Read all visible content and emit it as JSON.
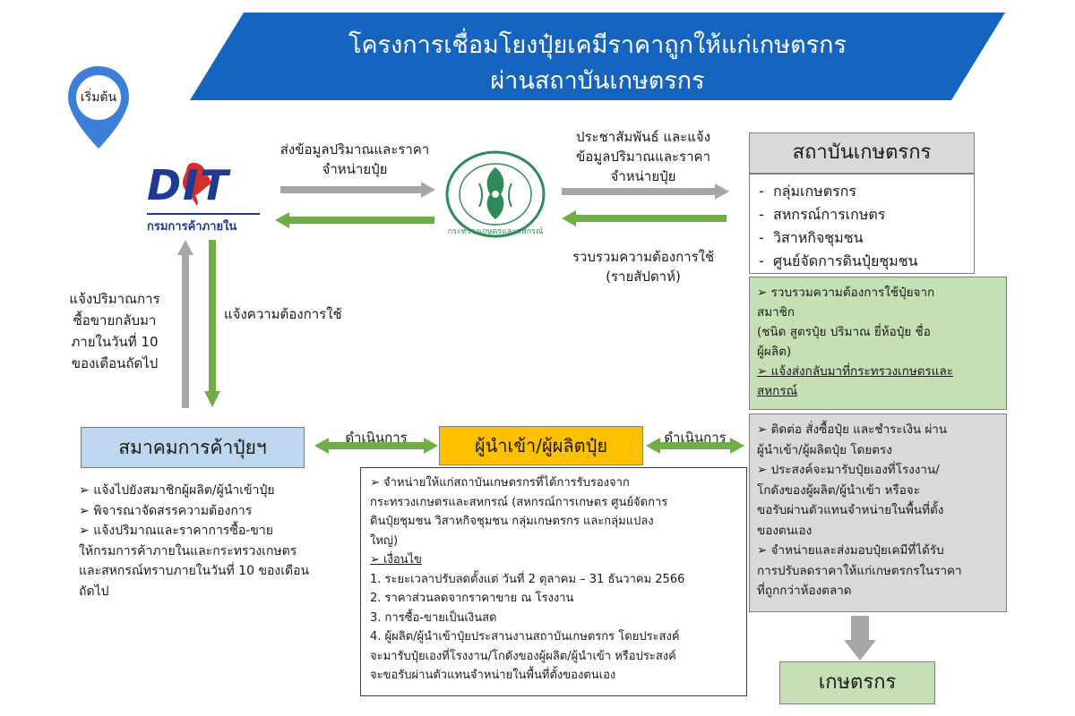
{
  "title": {
    "line1": "โครงการเชื่อมโยงปุ๋ยเคมีราคาถูกให้แก่เกษตรกร",
    "line2": "ผ่านสถาบันเกษตรกร"
  },
  "start_marker": {
    "label": "เริ่มต้น"
  },
  "dit_logo": {
    "letters": "DIT",
    "caption": "กรมการค้าภายใน"
  },
  "ministry_seal": {
    "caption": "กระทรวงเกษตรและสหกรณ์"
  },
  "arrows": {
    "dit_to_ministry": {
      "line1": "ส่งข้อมูลปริมาณและราคา",
      "line2": "จำหน่ายปุ๋ย"
    },
    "ministry_to_institute": {
      "line1": "ประชาสัมพันธ์ และแจ้ง",
      "line2": "ข้อมูลปริมาณและราคา",
      "line3": "จำหน่ายปุ๋ย"
    },
    "institute_to_ministry": {
      "line1": "รวบรวมความต้องการใช้",
      "line2": "(รายสัปดาห์)"
    },
    "assoc_to_dit": {
      "line1": "แจ้งปริมาณการ",
      "line2": "ซื้อขายกลับมา",
      "line3": "ภายในวันที่ 10",
      "line4": "ของเดือนถัดไป"
    },
    "dit_to_assoc": {
      "line1": "แจ้งความต้องการใช้"
    },
    "assoc_producer": {
      "line1": "ดำเนินการ"
    },
    "producer_institute": {
      "line1": "ดำเนินการ"
    }
  },
  "institute": {
    "header": "สถาบันเกษตรกร",
    "members": [
      "กลุ่มเกษตรกร",
      "สหกรณ์การเกษตร",
      "วิสาหกิจชุมชน",
      "ศูนย์จัดการดินปุ๋ยชุมชน"
    ],
    "green_box": {
      "b1_l1": "รวบรวมความต้องการใช้ปุ๋ยจาก",
      "b1_l2": "สมาชิก",
      "b1_l3": "(ชนิด สูตรปุ๋ย ปริมาณ ยี่ห้อปุ๋ย ชื่อ",
      "b1_l4": "ผู้ผลิต)",
      "b2_l1": "แจ้งส่งกลับมาที่กระทรวงเกษตรและ",
      "b2_l2": "สหกรณ์"
    },
    "gray_box": {
      "b1_l1": "ติดต่อ สั่งซื้อปุ๋ย และชำระเงิน ผ่าน",
      "b1_l2": "ผู้นำเข้า/ผู้ผลิตปุ๋ย โดยตรง",
      "b2_l1": "ประสงค์จะมารับปุ๋ยเองที่โรงงาน/",
      "b2_l2": "โกดังของผู้ผลิต/ผู้นำเข้า หรือจะ",
      "b2_l3": "ขอรับผ่านตัวแทนจำหน่ายในพื้นที่ตั้ง",
      "b2_l4": "ของตนเอง",
      "b3_l1": "จำหน่ายและส่งมอบปุ๋ยเคมีที่ได้รับ",
      "b3_l2": "การปรับลดราคาให้แก่เกษตรกรในราคา",
      "b3_l3": "ที่ถูกกว่าห้องตลาด"
    }
  },
  "association": {
    "header": "สมาคมการค้าปุ๋ยฯ",
    "b1": "แจ้งไปยังสมาชิกผู้ผลิต/ผู้นำเข้าปุ๋ย",
    "b2": "พิจารณาจัดสรรความต้องการ",
    "b3_l1": "แจ้งปริมาณและราคาการซื้อ-ขาย",
    "b3_l2": "ให้กรมการค้าภายในและกระทรวงเกษตร",
    "b3_l3": "และสหกรณ์ทราบภายในวันที่ 10 ของเดือน",
    "b3_l4": "ถัดไป"
  },
  "producer": {
    "header": "ผู้นำเข้า/ผู้ผลิตปุ๋ย",
    "b1_l1": "จำหน่ายให้แก่สถาบันเกษตรกรที่ได้การรับรองจาก",
    "b1_l2": "กระทรวงเกษตรและสหกรณ์ (สหกรณ์การเกษตร ศูนย์จัดการ",
    "b1_l3": "ดินปุ๋ยชุมชน วิสาหกิจชุมชน กลุ่มเกษตรกร และกลุ่มแปลง",
    "b1_l4": "ใหญ่)",
    "conditions_label": "เงื่อนไข",
    "c1": "1. ระยะเวลาปรับลดตั้งแต่ วันที่ 2 ตุลาคม  – 31 ธันวาคม 2566",
    "c2": "2. ราคาส่วนลดจากราคาขาย ณ โรงงาน",
    "c3": "3. การซื้อ-ขายเป็นเงินสด",
    "c4_l1": "4. ผู้ผลิต/ผู้นำเข้าปุ๋ยประสานงานสถาบันเกษตรกร โดยประสงค์",
    "c4_l2": "จะมารับปุ๋ยเองที่โรงงาน/โกดังของผู้ผลิต/ผู้นำเข้า หรือประสงค์",
    "c4_l3": "จะขอรับผ่านตัวแทนจำหน่ายในพื้นที่ตั้งของตนเอง"
  },
  "farmer": {
    "header": "เกษตรกร"
  },
  "colors": {
    "banner_blue": "#1565c0",
    "dit_navy": "#1f3a93",
    "thai_red": "#d32f2f",
    "arrow_gray": "#a6a6a6",
    "arrow_green": "#70ad47",
    "seal_green": "#2e8b57",
    "light_blue": "#bdd7ee",
    "orange": "#ffc000",
    "light_green": "#c5e0b4",
    "light_gray": "#d9d9d9"
  }
}
